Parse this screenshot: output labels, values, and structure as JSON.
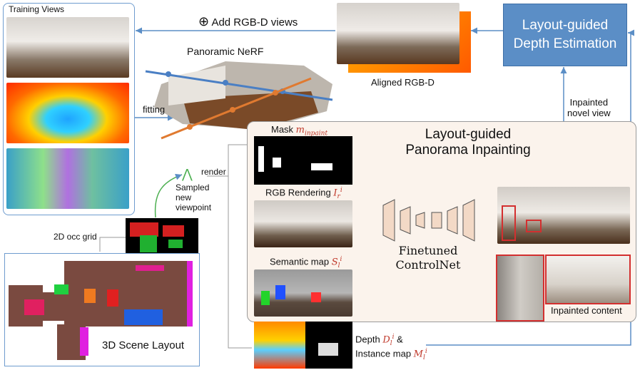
{
  "training_views": {
    "title": "Training Views"
  },
  "add_views": {
    "label": "Add RGB-D views"
  },
  "depth_est": {
    "line1": "Layout-guided",
    "line2": "Depth Estimation"
  },
  "nerf": {
    "label": "Panoramic NeRF"
  },
  "aligned": {
    "label": "Aligned RGB-D"
  },
  "fitting": {
    "label": "fitting"
  },
  "inpainted_view": {
    "line1": "Inpainted",
    "line2": "novel view"
  },
  "inpaint_panel": {
    "line1": "Layout-guided",
    "line2": "Panorama Inpainting"
  },
  "mask": {
    "label": "Mask ",
    "sym": "m",
    "sub": "inpaint"
  },
  "render": {
    "label": "render"
  },
  "sampled": {
    "line1": "Sampled",
    "line2": "new",
    "line3": "viewpoint"
  },
  "rgb_render": {
    "label": "RGB Rendering ",
    "sym": "I",
    "sub": "r",
    "sup": "i"
  },
  "controlnet": {
    "line1": "Finetuned",
    "line2": "ControlNet"
  },
  "occ": {
    "label": "2D occ grid"
  },
  "semantic": {
    "label": "Semantic map ",
    "sym": "S",
    "sub": "l",
    "sup": "i"
  },
  "inpainted_content": {
    "label": "Inpainted content"
  },
  "layout": {
    "label": "3D Scene Layout"
  },
  "depth_map": {
    "label": "Depth ",
    "sym": "D",
    "sub": "l",
    "sup": "i",
    "amp": " &"
  },
  "instance_map": {
    "label": "Instance map ",
    "sym": "M",
    "sub": "l",
    "sup": "i"
  }
}
